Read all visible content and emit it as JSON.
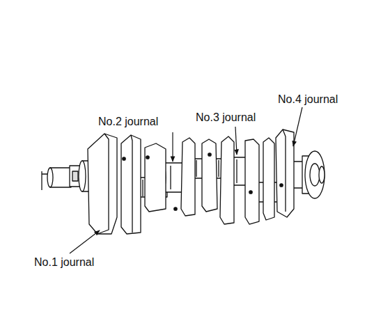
{
  "diagram": {
    "labels": [
      "No.1 journal",
      "No.2 journal",
      "No.3 journal",
      "No.4 journal"
    ]
  }
}
